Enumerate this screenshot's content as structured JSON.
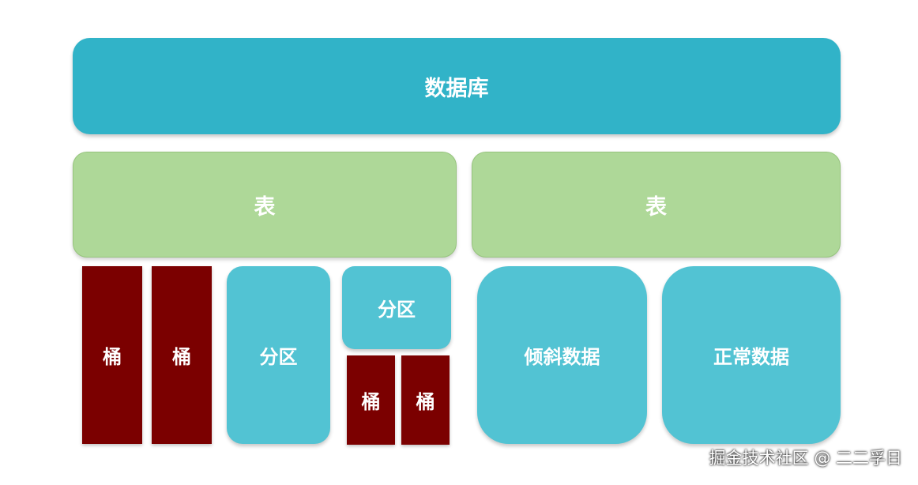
{
  "database": {
    "label": "数据库"
  },
  "tables": [
    {
      "label": "表"
    },
    {
      "label": "表"
    }
  ],
  "left_table": {
    "buckets": [
      {
        "label": "桶"
      },
      {
        "label": "桶"
      }
    ],
    "partition_a": {
      "label": "分区"
    },
    "partition_b": {
      "label": "分区",
      "buckets": [
        {
          "label": "桶"
        },
        {
          "label": "桶"
        }
      ]
    }
  },
  "right_table": {
    "skewed_data": {
      "label": "倾斜数据"
    },
    "normal_data": {
      "label": "正常数据"
    }
  },
  "watermark": "掘金技术社区 @ 二二孚日",
  "colors": {
    "database": "#31b3c8",
    "table": "#aed898",
    "partition": "#52c3d3",
    "bucket": "#7b0000"
  }
}
